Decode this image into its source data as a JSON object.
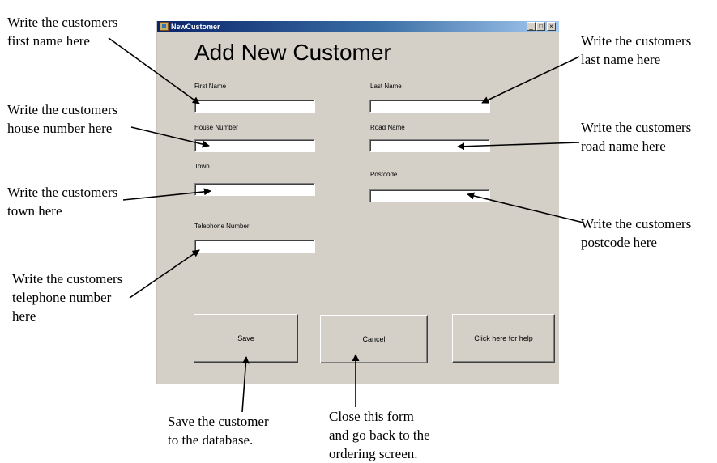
{
  "window": {
    "title": "NewCustomer",
    "minimize_glyph": "_",
    "maximize_glyph": "□",
    "close_glyph": "×"
  },
  "form": {
    "heading": "Add New Customer",
    "labels": {
      "first_name": "First Name",
      "last_name": "Last Name",
      "house_number": "House Number",
      "road_name": "Road Name",
      "town": "Town",
      "postcode": "Postcode",
      "telephone": "Telephone Number"
    },
    "values": {
      "first_name": "",
      "last_name": "",
      "house_number": "",
      "road_name": "",
      "town": "",
      "postcode": "",
      "telephone": ""
    },
    "buttons": {
      "save": "Save",
      "cancel": "Cancel",
      "help": "Click here for help"
    }
  },
  "annotations": {
    "first_name_1": "Write the customers",
    "first_name_2": "first name here",
    "house_number_1": "Write the customers",
    "house_number_2": "house number here",
    "town_1": "Write the customers",
    "town_2": "town here",
    "telephone_1": "Write the customers",
    "telephone_2": "telephone number",
    "telephone_3": "here",
    "last_name_1": "Write the customers",
    "last_name_2": "last name here",
    "road_name_1": "Write the customers",
    "road_name_2": "road name here",
    "postcode_1": "Write the customers",
    "postcode_2": "postcode here",
    "save_1": "Save the customer",
    "save_2": "to the database.",
    "cancel_1": "Close this form",
    "cancel_2": "and go back to the",
    "cancel_3": "ordering screen."
  },
  "colors": {
    "form_background": "#d4d0c8",
    "titlebar_start": "#0a246a",
    "titlebar_end": "#a6caf0",
    "annotation_text": "#000000"
  },
  "icons": {
    "app": "app-icon",
    "minimize": "minimize-icon",
    "maximize": "maximize-icon",
    "close": "close-icon"
  }
}
